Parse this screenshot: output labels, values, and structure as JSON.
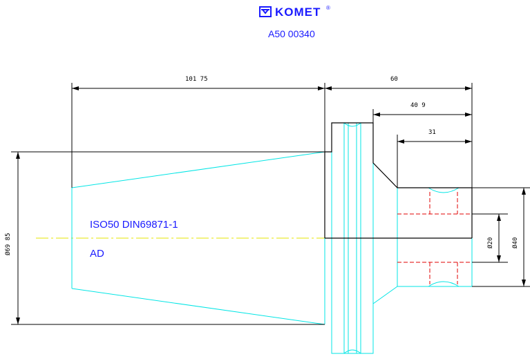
{
  "header": {
    "brand": "KOMET",
    "brand_mark": "®",
    "part_number": "A50 00340"
  },
  "annotations": {
    "standard": "ISO50 DIN69871-1",
    "variant": "AD"
  },
  "dimensions": {
    "taper_length": "101 75",
    "total_length": "60",
    "mid_length": "40 9",
    "bore_depth": "31",
    "flange_diameter": "Ø69 85",
    "bore_diameter": "Ø20",
    "outer_diameter": "Ø40"
  },
  "colors": {
    "outline": "#00e5e5",
    "dimension": "#000000",
    "centerline": "#e5e500",
    "hidden": "#e00000",
    "text_blue": "#1a1aff"
  },
  "icons": {
    "logo": "komet-logo-icon"
  }
}
